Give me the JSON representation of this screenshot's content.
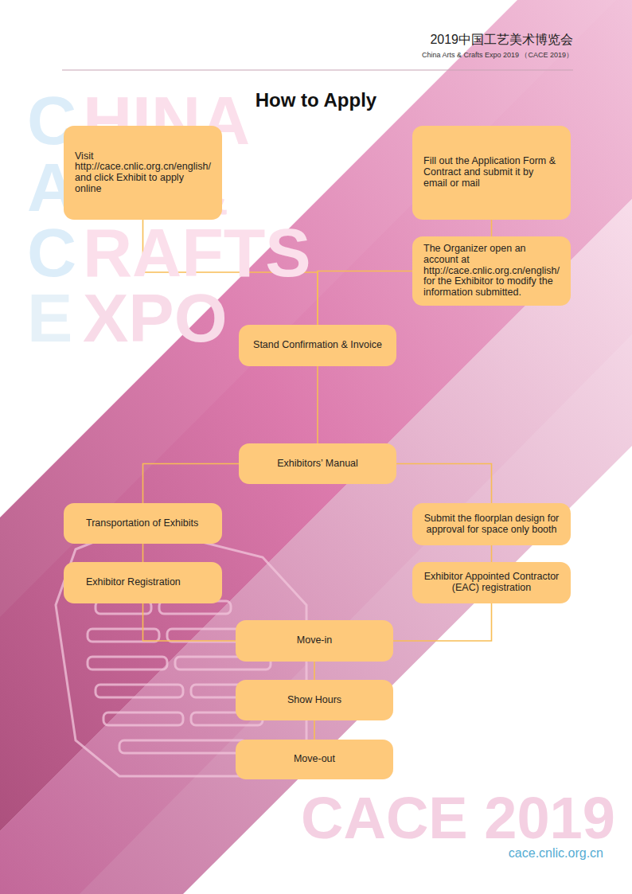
{
  "diagram": {
    "title": "How to Apply",
    "nodes": [
      {
        "text": [
          "Visit http://cace.cnlic.org.cn/english/ and click Exhibit to apply online"
        ]
      },
      {
        "text": [
          "Fill out the Application Form & Contract and submit it by email or mail"
        ]
      },
      {
        "text": [
          "The Organizer open an account at http://cace.cnlic.org.cn/english/ for the Exhibitor to modify the information submitted."
        ]
      },
      {
        "text": [
          "Stand Confirmation & Invoice"
        ]
      },
      {
        "text": [
          "Exhibitors’ Manual"
        ]
      },
      {
        "text": [
          "Transportation of Exhibits"
        ]
      },
      {
        "text": [
          "Submit the floorplan design for approval for space only booth"
        ]
      },
      {
        "text": [
          "Exhibitor Registration"
        ]
      },
      {
        "text": [
          "Exhibitor Appointed Contractor (EAC) registration"
        ]
      },
      {
        "text": [
          "Move-in"
        ]
      },
      {
        "text": [
          "Show Hours"
        ]
      },
      {
        "text": [
          "Move-out"
        ]
      }
    ],
    "edges": [
      {
        "from": 0,
        "to": 3,
        "arrow": "none"
      },
      {
        "from": 1,
        "to": 2,
        "arrow": "none"
      },
      {
        "from": 2,
        "to": 3,
        "arrow": "none"
      },
      {
        "from": 3,
        "to": 4,
        "arrow": "none"
      },
      {
        "from": 4,
        "to": 5,
        "arrow": "none"
      },
      {
        "from": 4,
        "to": 6,
        "arrow": "none"
      },
      {
        "from": 5,
        "to": 7,
        "arrow": "none"
      },
      {
        "from": 6,
        "to": 8,
        "arrow": "none"
      },
      {
        "from": 7,
        "to": 9,
        "arrow": "none"
      },
      {
        "from": 8,
        "to": 9,
        "arrow": "none"
      },
      {
        "from": 9,
        "to": 10,
        "arrow": "none"
      },
      {
        "from": 10,
        "to": 11,
        "arrow": "none"
      }
    ],
    "labels": [
      "2019中国工艺美术博览会",
      "China Arts & Crafts Expo 2019 （CACE 2019）",
      "C",
      "HINA",
      "A",
      "&",
      "C",
      "RAFTS",
      "E",
      "XPO",
      "CACE 2019",
      "cace.cnlic.org.cn"
    ]
  }
}
